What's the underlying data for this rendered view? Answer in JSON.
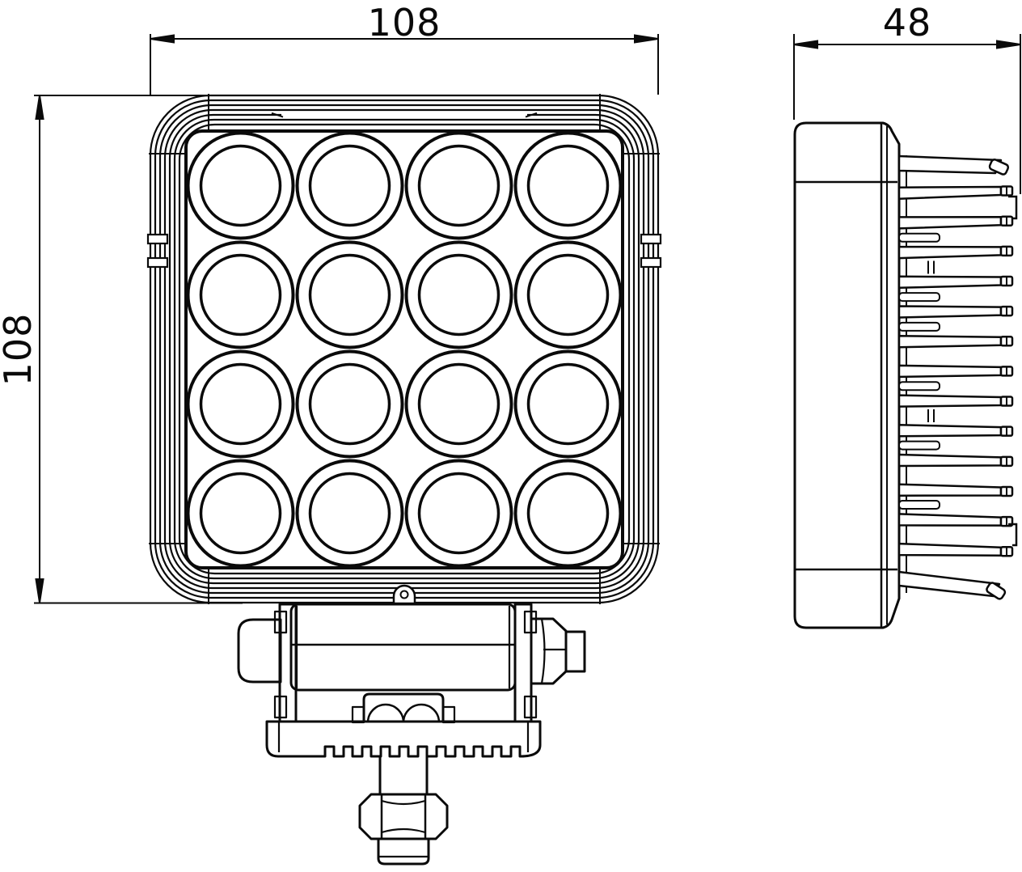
{
  "drawing": {
    "type": "engineering drawing — LED work light",
    "background": "#ffffff",
    "line_color": "#0a0a0a",
    "dimensions": {
      "width_front": "108",
      "height_front": "108",
      "depth_side": "48"
    },
    "front_view": {
      "name": "front view",
      "led_grid": {
        "rows": 4,
        "cols": 4,
        "led_count": 16
      }
    },
    "side_view": {
      "name": "side view",
      "heatsink": {
        "fin_count": 15,
        "stub_gaps": [
          2,
          4,
          5,
          7,
          9,
          11
        ],
        "rib_gaps": [
          3,
          8
        ]
      }
    }
  }
}
